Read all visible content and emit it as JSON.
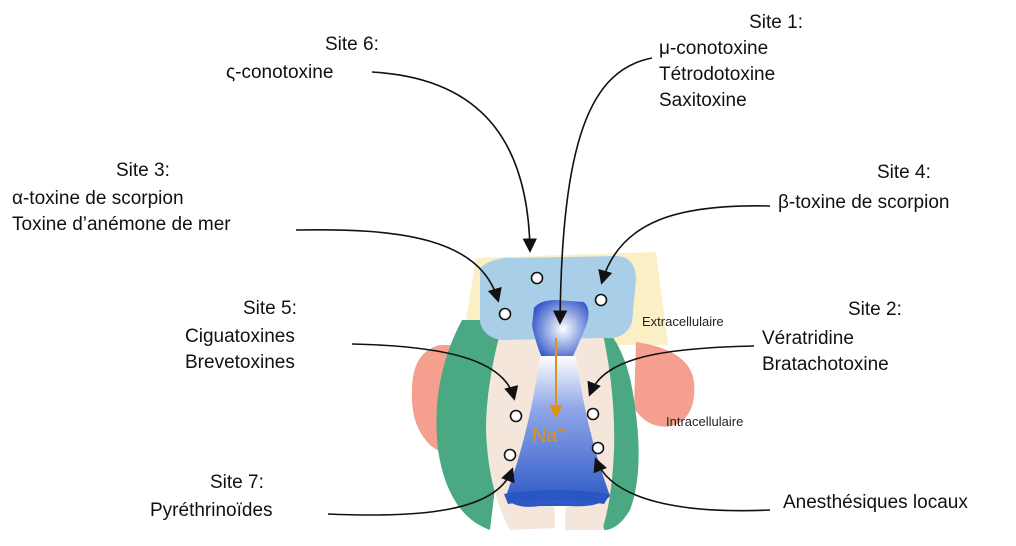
{
  "colors": {
    "yellow": "#fbefc6",
    "blue": "#a9cfe8",
    "teal": "#4aa883",
    "salmon": "#f5a08e",
    "beige": "#f5e6dc",
    "pore": "#2f5fc0",
    "sodium": "#e09216",
    "arrow": "#111111"
  },
  "sites": {
    "site1": {
      "title": "Site 1:",
      "lines": [
        "μ-conotoxine",
        "Tétrodotoxine",
        "Saxitoxine"
      ]
    },
    "site2": {
      "title": "Site 2:",
      "lines": [
        "Vératridine",
        "Bratachotoxine"
      ]
    },
    "site3": {
      "title": "Site 3:",
      "lines": [
        "α-toxine de scorpion",
        "Toxine d’anémone de mer"
      ]
    },
    "site4": {
      "title": "Site 4:",
      "lines": [
        "β-toxine de scorpion"
      ]
    },
    "site5": {
      "title": "Site 5:",
      "lines": [
        "Ciguatoxines",
        "Brevetoxines"
      ]
    },
    "site6": {
      "title": "Site 6:",
      "lines": [
        "ς-conotoxine"
      ]
    },
    "site7": {
      "title": "Site 7:",
      "lines": [
        "Pyréthrinoïdes"
      ]
    },
    "local": {
      "lines": [
        "Anesthésiques locaux"
      ]
    }
  },
  "labels": {
    "extracellular": "Extracellulaire",
    "intracellular": "Intracellulaire",
    "ion": "Na",
    "ion_charge": "+"
  }
}
